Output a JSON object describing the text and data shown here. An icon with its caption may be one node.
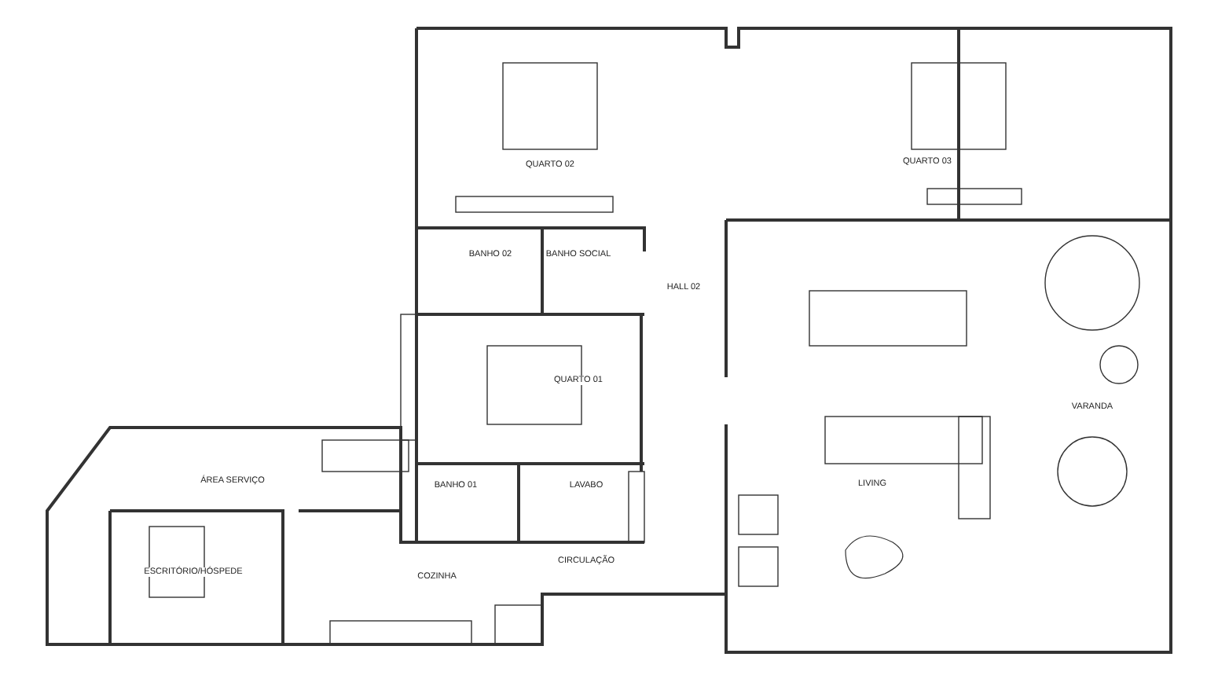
{
  "diagram": {
    "nodes": [
      {
        "text": [
          "QUARTO 02"
        ]
      },
      {
        "text": [
          "QUARTO 03"
        ]
      },
      {
        "text": [
          "BANHO 02"
        ]
      },
      {
        "text": [
          "BANHO SOCIAL"
        ]
      },
      {
        "text": [
          "HALL 02"
        ]
      },
      {
        "text": [
          "QUARTO 01"
        ]
      },
      {
        "text": [
          "ÁREA SERVIÇO"
        ]
      },
      {
        "text": [
          "VARANDA"
        ]
      },
      {
        "text": [
          "LIVING"
        ]
      },
      {
        "text": [
          "BANHO 01"
        ]
      },
      {
        "text": [
          "LAVABO"
        ]
      },
      {
        "text": [
          "ESCRITÓRIO/HÓSPEDE"
        ]
      },
      {
        "text": [
          "CIRCULAÇÃO"
        ]
      },
      {
        "text": [
          "COZINHA"
        ]
      }
    ],
    "edges": []
  }
}
